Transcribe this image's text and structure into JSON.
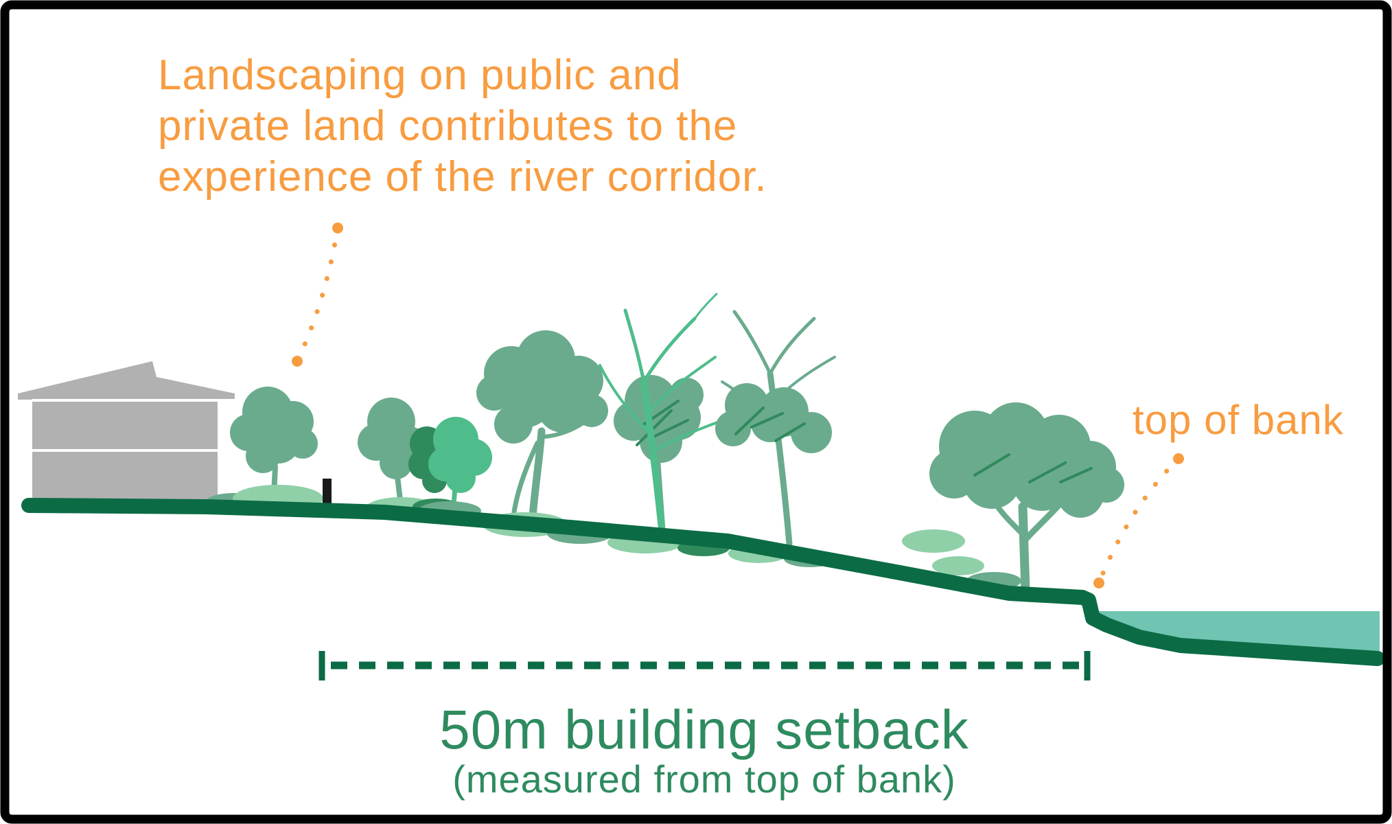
{
  "annotation": {
    "full_text": "Landscaping on public and private land contributes to the experience of the river corridor.",
    "lines": [
      "Landscaping on public and",
      "private land contributes to the",
      "experience of the river corridor."
    ]
  },
  "bank_label": "top of bank",
  "setback_label": {
    "title": "50m building setback",
    "subtitle": "(measured from top of bank)"
  },
  "scene_elements": [
    "two-storey building",
    "street trees and shrubs",
    "bollard",
    "sloping ground profile",
    "top of bank step",
    "river water"
  ],
  "colors": {
    "orange": "#F89C40",
    "green_dark": "#0B6B45",
    "green_label": "#2E8B5F",
    "sage": "#6AAB8D",
    "sage_dark": "#2F8A5C",
    "green_bright": "#4EBD8B",
    "green_light": "#8FD0A8",
    "water": "#6FC5B1",
    "house_gray": "#B1B1B1",
    "bollard": "#1A1A1A",
    "border": "#000000",
    "background": "#FFFFFF"
  }
}
